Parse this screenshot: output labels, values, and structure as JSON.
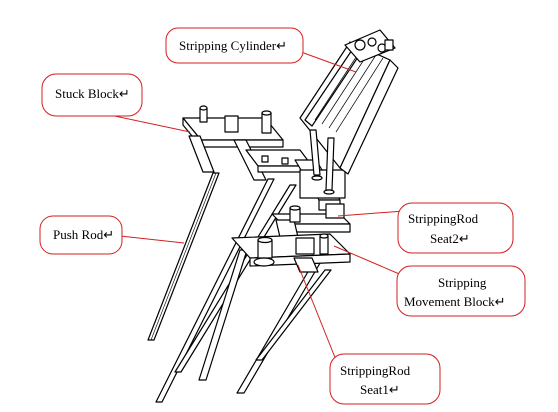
{
  "labels": {
    "stripping_cylinder": "Stripping Cylinder↵",
    "stuck_block": "Stuck Block↵",
    "push_rod": "Push Rod↵",
    "stripping_rod_seat2_line1": "StrippingRod",
    "stripping_rod_seat2_line2": "Seat2↵",
    "stripping_movement_block_line1": "Stripping",
    "stripping_movement_block_line2": "Movement Block↵",
    "stripping_rod_seat1_line1": "StrippingRod",
    "stripping_rod_seat1_line2": "Seat1↵"
  },
  "colors": {
    "callout_border": "#d21f1f",
    "leader_line": "#d21f1f",
    "drawing_line": "#000000",
    "drawing_fill": "#ffffff"
  }
}
